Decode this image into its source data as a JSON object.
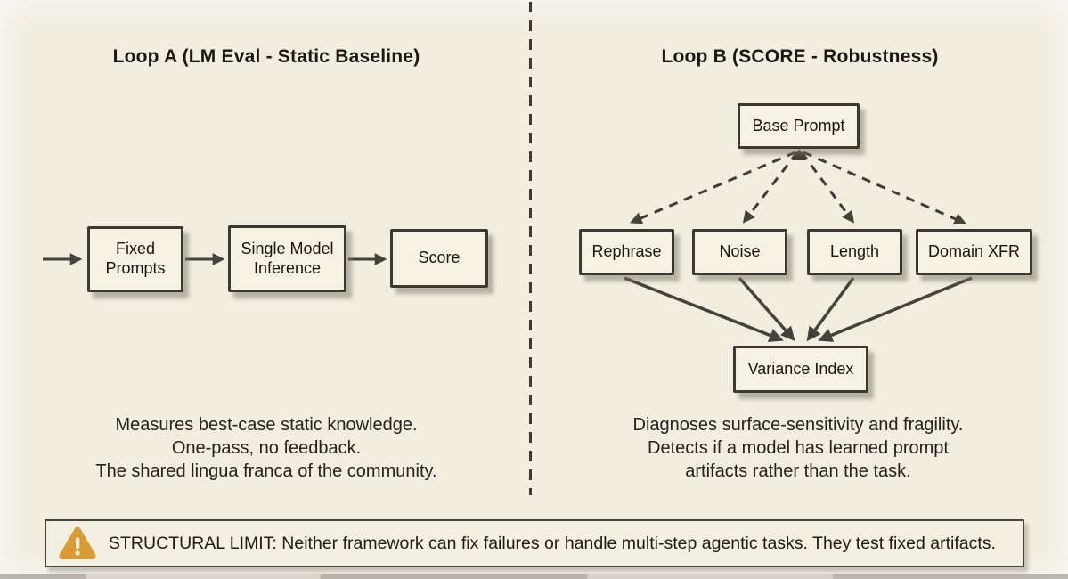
{
  "diagram": {
    "loop_a": {
      "title": "Loop A (LM Eval - Static Baseline)",
      "nodes": [
        {
          "label": "Fixed Prompts"
        },
        {
          "label": "Single Model Inference"
        },
        {
          "label": "Score"
        }
      ],
      "description_lines": [
        "Measures best-case static knowledge.",
        "One-pass, no feedback.",
        "The shared lingua franca of the community."
      ]
    },
    "loop_b": {
      "title": "Loop B (SCORE - Robustness)",
      "source_node": {
        "label": "Base Prompt"
      },
      "perturbation_nodes": [
        {
          "label": "Rephrase"
        },
        {
          "label": "Noise"
        },
        {
          "label": "Length"
        },
        {
          "label": "Domain XFR"
        }
      ],
      "sink_node": {
        "label": "Variance Index"
      },
      "description_lines": [
        "Diagnoses surface-sensitivity and fragility.",
        "Detects if a model has learned prompt",
        "artifacts rather than the task."
      ]
    },
    "warning": {
      "label": "STRUCTURAL LIMIT: Neither framework can fix failures or handle multi-step agentic tasks. They test fixed artifacts."
    },
    "colors": {
      "background": "#f1eee0",
      "node_fill": "#f5f2e3",
      "node_border": "#3b3a32",
      "arrow": "#44433b",
      "warning_amber": "#d89c33"
    }
  }
}
